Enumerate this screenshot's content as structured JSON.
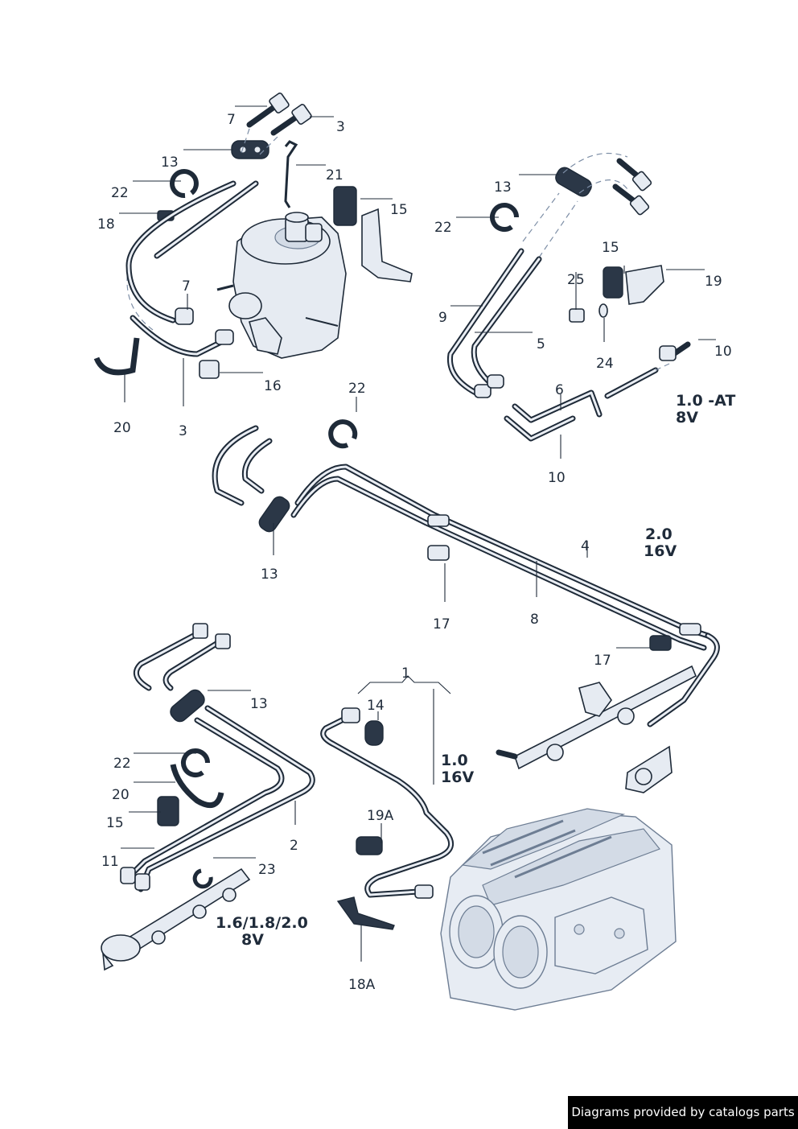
{
  "callouts": {
    "c7a": "7",
    "c3a": "3",
    "c13a": "13",
    "c21": "21",
    "c22a": "22",
    "c15a": "15",
    "c18": "18",
    "c7b": "7",
    "c20a": "20",
    "c3b": "3",
    "c16": "16",
    "c13b": "13",
    "c22b": "22",
    "c15b": "15",
    "c19": "19",
    "c25": "25",
    "c9": "9",
    "c5": "5",
    "c24": "24",
    "c10a": "10",
    "c6": "6",
    "c10b": "10",
    "c22c": "22",
    "c13c": "13",
    "c4": "4",
    "c17a": "17",
    "c8": "8",
    "c17b": "17",
    "c1": "1",
    "c14": "14",
    "c13d": "13",
    "c22d": "22",
    "c20b": "20",
    "c15c": "15",
    "c2": "2",
    "c11": "11",
    "c23": "23",
    "c19a": "19A",
    "c18a": "18A"
  },
  "variants": {
    "v10at_line1": "1.0 -AT",
    "v10at_line2": "8V",
    "v20_line1": "2.0",
    "v20_line2": "16V",
    "v10_16_line1": "1.0",
    "v10_16_line2": "16V",
    "v16_line1": "1.6/1.8/2.0",
    "v16_line2": "8V"
  },
  "footer": {
    "credit": "Diagrams provided by catalogs parts"
  },
  "colors": {
    "ink": "#1f2b3a",
    "hose": "#1e2a38",
    "part_fill": "#e6ebf2",
    "engine_line": "#6d7d93",
    "credit_bg": "#000000"
  }
}
